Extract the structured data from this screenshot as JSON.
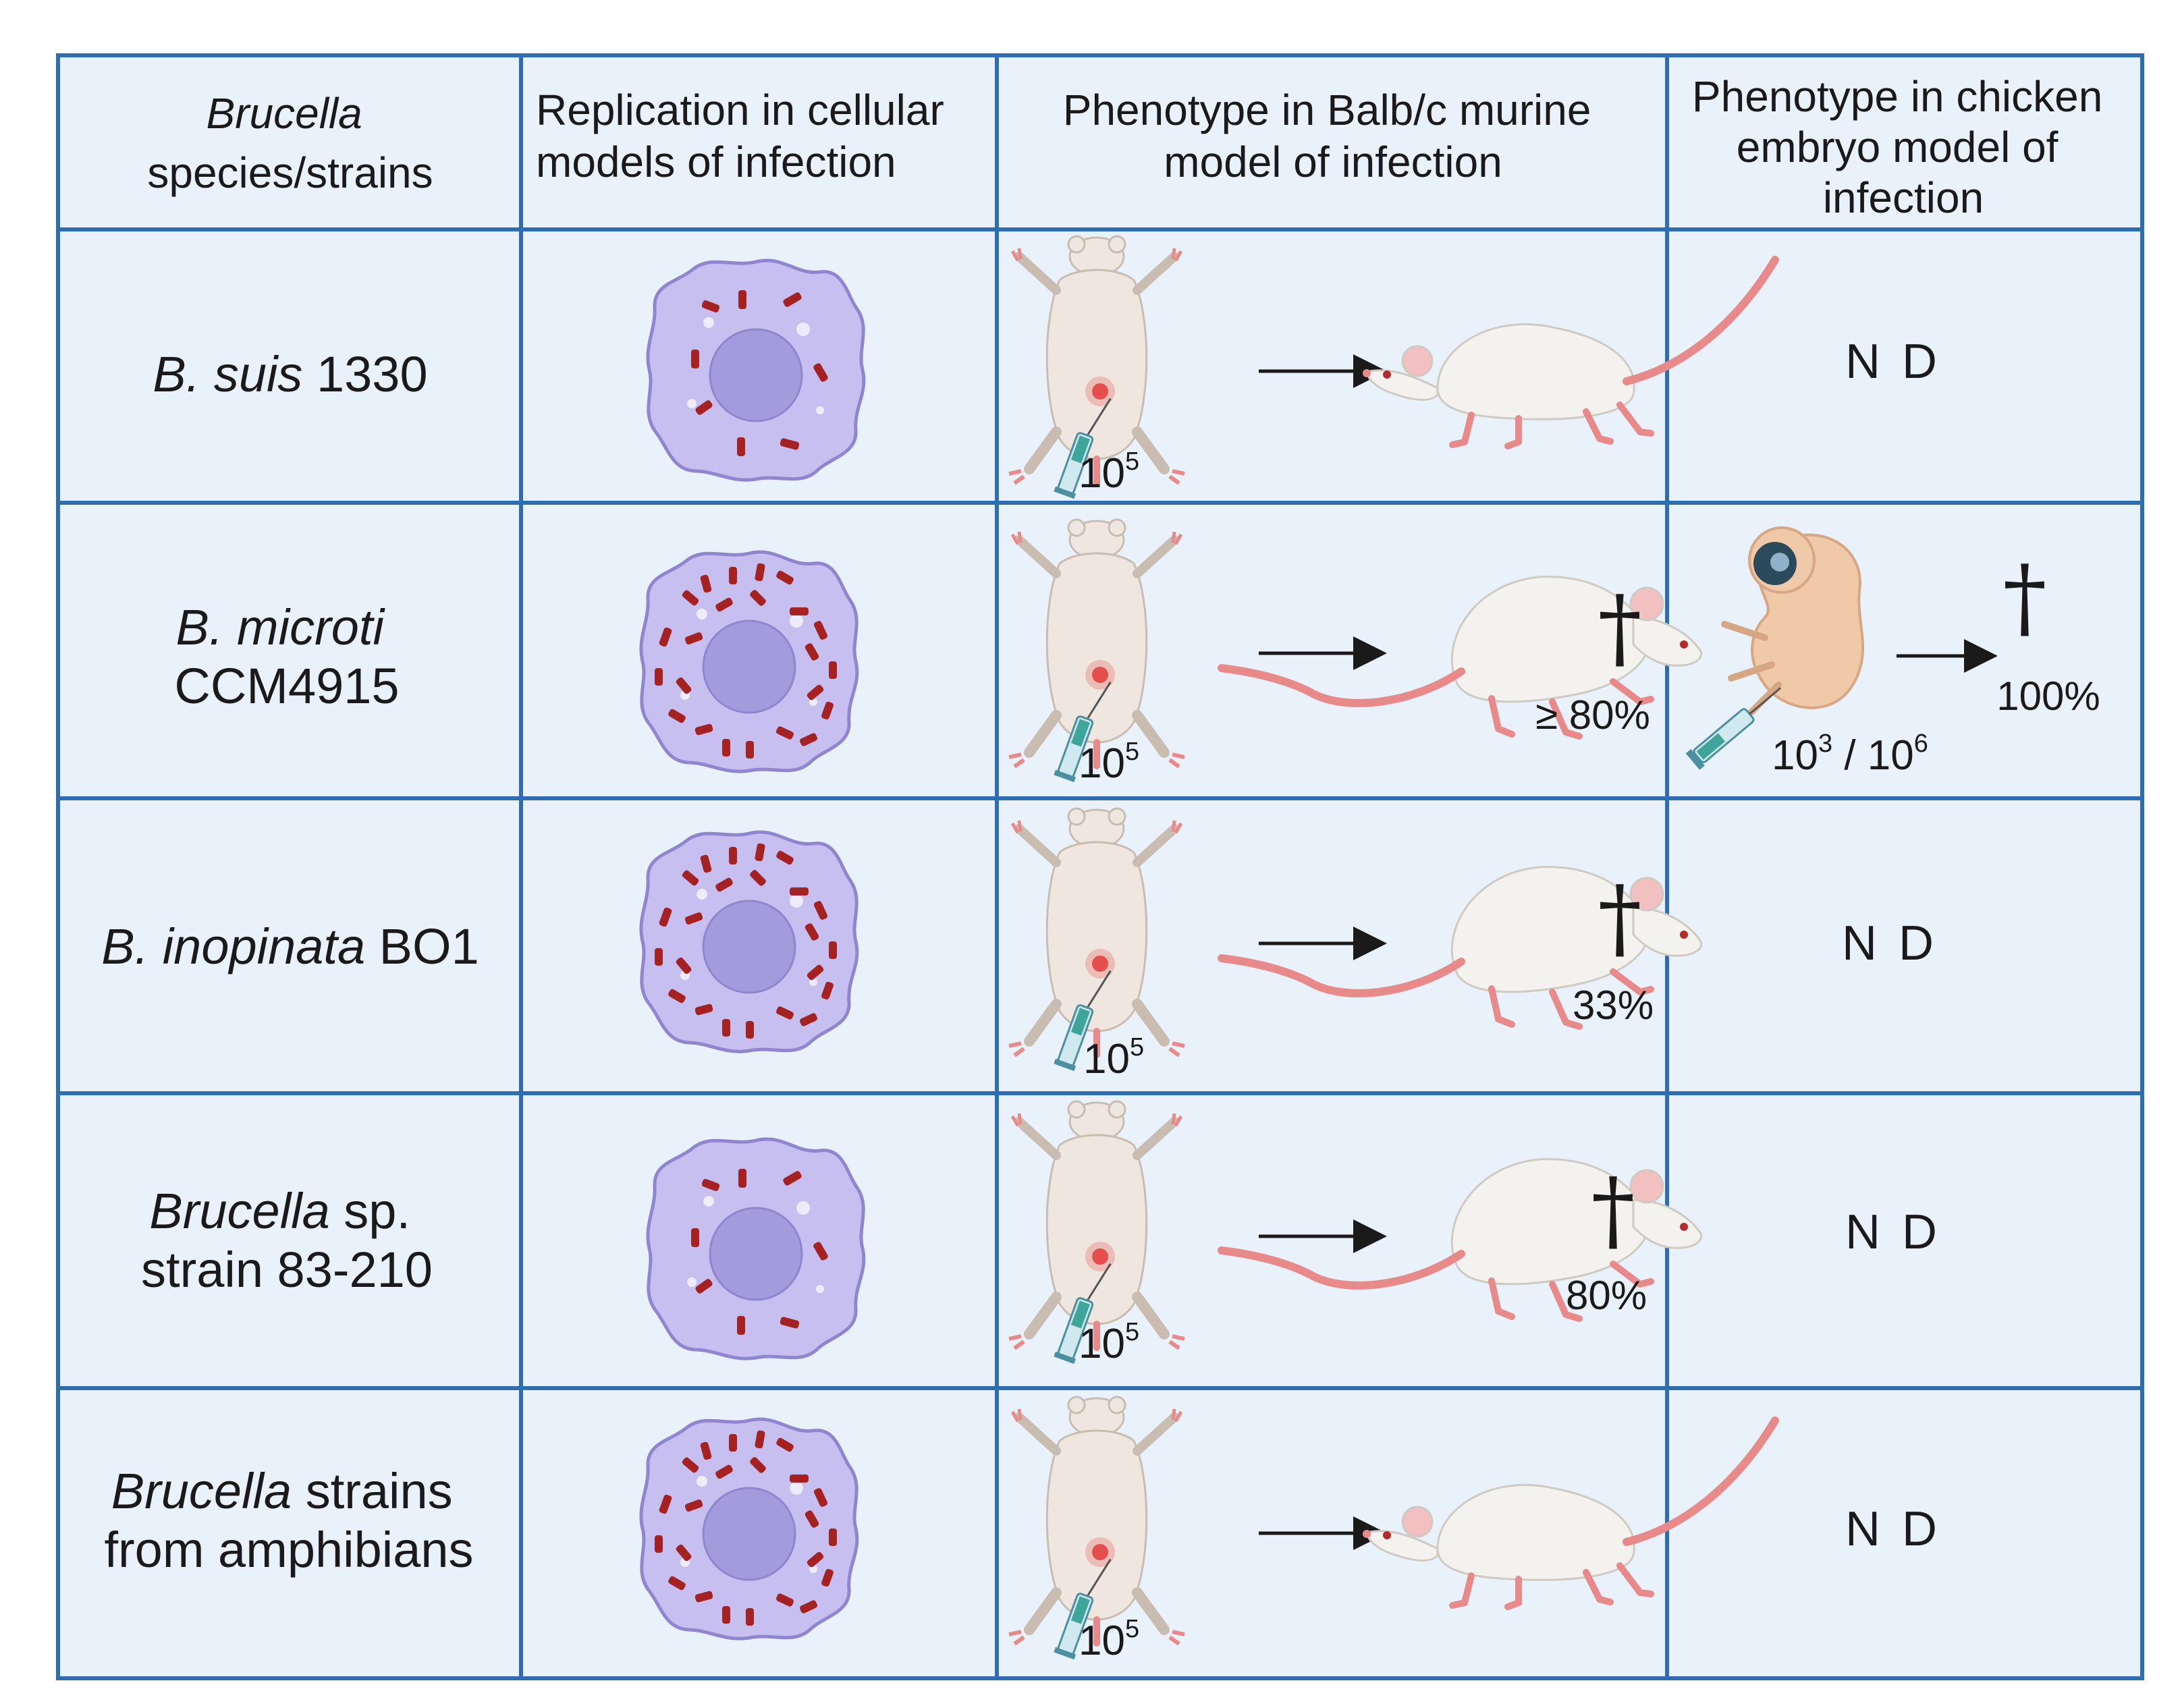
{
  "headers": {
    "col1": {
      "line1": "Brucella",
      "line2": "species/strains"
    },
    "col2": {
      "line1": "Replication in cellular",
      "line2": "models of infection"
    },
    "col3": {
      "line1": "Phenotype in Balb/c murine",
      "line2": "model of infection"
    },
    "col4": {
      "line1": "Phenotype in chicken",
      "line2": "embryo model of",
      "line3": "infection"
    }
  },
  "rows": [
    {
      "species": {
        "italic": "B. suis",
        "rest": " 1330"
      },
      "replication": "low",
      "mouse": {
        "dose_base": "10",
        "dose_exp": "5",
        "outcome": "survival",
        "mortality": ""
      },
      "chicken": {
        "text": "N D"
      }
    },
    {
      "species": {
        "italic": "B. microti",
        "line2": "CCM4915"
      },
      "replication": "high",
      "mouse": {
        "dose_base": "10",
        "dose_exp": "5",
        "outcome": "death",
        "mortality": "≥ 80%"
      },
      "chicken": {
        "dose_a_base": "10",
        "dose_a_exp": "3",
        "sep": " / ",
        "dose_b_base": "10",
        "dose_b_exp": "6",
        "mortality": "100%"
      }
    },
    {
      "species": {
        "italic": "B. inopinata",
        "rest": " BO1"
      },
      "replication": "high",
      "mouse": {
        "dose_base": "10",
        "dose_exp": "5",
        "outcome": "death",
        "mortality": "33%"
      },
      "chicken": {
        "text": "N D"
      }
    },
    {
      "species": {
        "italic": "Brucella",
        "rest": " sp.",
        "line2": "strain 83-210"
      },
      "replication": "low",
      "mouse": {
        "dose_base": "10",
        "dose_exp": "5",
        "outcome": "death",
        "mortality": "80%"
      },
      "chicken": {
        "text": "N D"
      }
    },
    {
      "species": {
        "italic": "Brucella",
        "rest": " strains",
        "line2": "from amphibians"
      },
      "replication": "high",
      "mouse": {
        "dose_base": "10",
        "dose_exp": "5",
        "outcome": "survival",
        "mortality": ""
      },
      "chicken": {
        "text": "N D"
      }
    }
  ],
  "symbols": {
    "death": "†"
  },
  "colors": {
    "grid": "#2f6db3",
    "cell_bg": "#e9f1fb",
    "cell_membrane": "#b9b1e6",
    "nucleus": "#9c94d6",
    "bacteria": "#a52222",
    "mouse_body": "#f2f0ec",
    "tail": "#e8898a",
    "injection": "#e33b3b",
    "syringe": "#3fa59a"
  }
}
